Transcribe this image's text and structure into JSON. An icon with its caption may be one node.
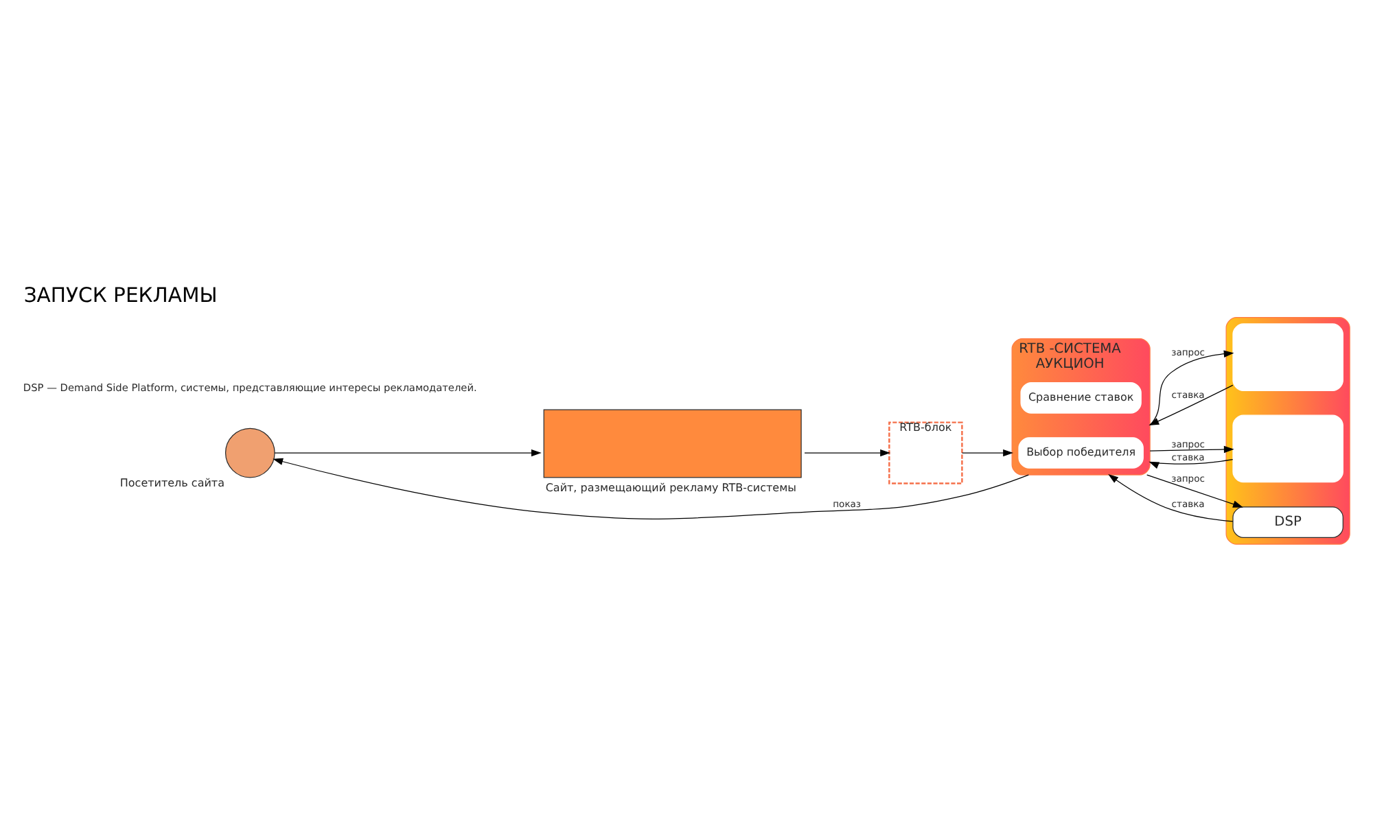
{
  "diagram": {
    "title": "ЗАПУСК РЕКЛАМЫ",
    "nodes": [
      {
        "text": [],
        "shape": "box",
        "beside": [
          "Сайт, размещающий рекламу RTB-системы"
        ]
      },
      {
        "text": [
          "RTB-блок"
        ]
      },
      {
        "text": [],
        "shape": "person",
        "beside": [
          "Посетитель сайта"
        ]
      },
      {
        "text": [
          "RTB -СИСТЕМА",
          "АУКЦИОН"
        ]
      },
      {
        "text": [
          "Сравнение ставок"
        ],
        "in": 3
      },
      {
        "text": [
          "Выбор победителя"
        ],
        "in": 3
      },
      {
        "text": [],
        "shape": "box"
      },
      {
        "text": [],
        "shape": "box",
        "in": 6
      },
      {
        "text": [],
        "shape": "box",
        "in": 6
      },
      {
        "text": [
          "DSP"
        ],
        "in": 6
      }
    ],
    "edges": [
      {
        "from": 0,
        "to": 1,
        "arrow": "to"
      },
      {
        "from": 2,
        "to": 0,
        "arrow": "to"
      },
      {
        "from": 1,
        "to": 3,
        "arrow": "to"
      },
      {
        "from": 3,
        "to": 2,
        "arrow": "to",
        "label": "показ"
      },
      {
        "from": 3,
        "to": 7,
        "arrow": "to",
        "label": "запрос"
      },
      {
        "from": 7,
        "to": 3,
        "arrow": "to",
        "label": "ставка"
      },
      {
        "from": 3,
        "to": 8,
        "arrow": "to",
        "label": "запрос"
      },
      {
        "from": 8,
        "to": 3,
        "arrow": "to",
        "label": "ставка"
      },
      {
        "from": 3,
        "to": 9,
        "arrow": "to",
        "label": "запрос"
      },
      {
        "from": 9,
        "to": 3,
        "arrow": "to",
        "label": "ставка"
      }
    ],
    "labels": [
      "DSP — Demand Side Platform, системы, представляющие интересы рекламодателей."
    ]
  }
}
